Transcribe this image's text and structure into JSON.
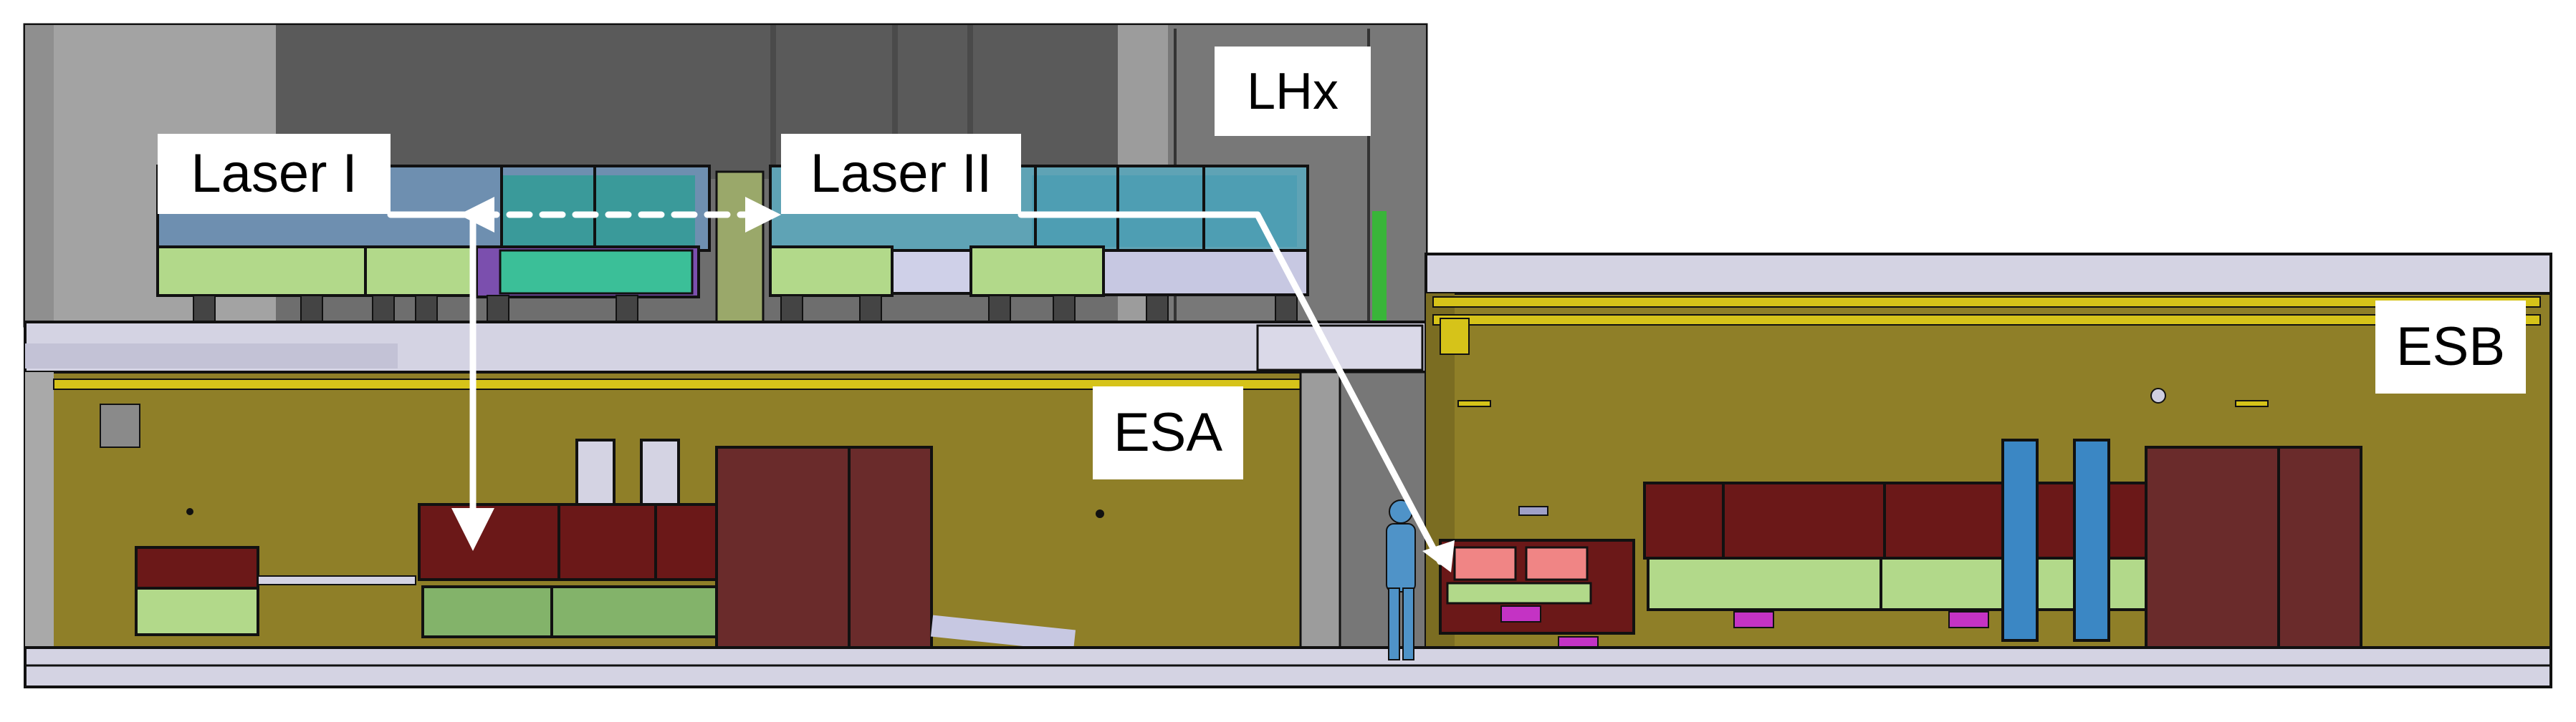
{
  "labels": {
    "laser1": "Laser I",
    "laser2": "Laser II",
    "lhx": "LHx",
    "esa": "ESA",
    "esb": "ESB"
  },
  "colors": {
    "wall_olive": "#8f7f28",
    "upper_room": "#6e6e6e",
    "floor_slab": "#d4d3e3",
    "laser_table": "#b2d98a",
    "enclosure_red": "#6b1818",
    "door": "#6a2b2b",
    "purple_block": "#7b4fae",
    "teal_block": "#3bbf98",
    "beam_arrow": "#ffffff",
    "pipe_yellow": "#d6c319",
    "person": "#4f93c8"
  },
  "icons": [
    "person-figure",
    "arrow-head-down",
    "arrow-head-right"
  ]
}
